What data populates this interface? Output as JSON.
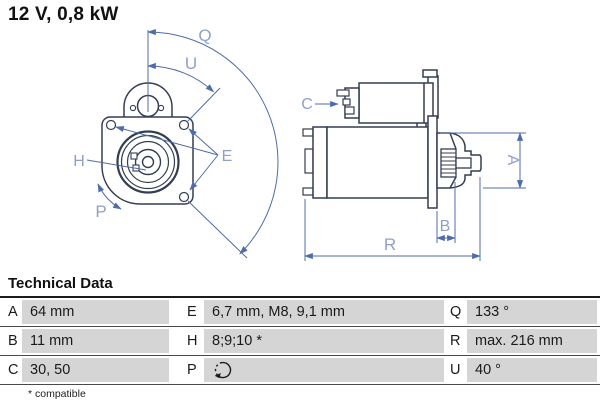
{
  "title": "12 V, 0,8 kW",
  "drawing": {
    "front_view": {
      "labels": {
        "q": "Q",
        "u": "U",
        "e": "E",
        "h": "H",
        "p": "P"
      }
    },
    "side_view": {
      "labels": {
        "c": "C",
        "a": "A",
        "b": "B",
        "r": "R"
      }
    },
    "rotation_icon": "clockwise-rotation"
  },
  "technical_data": {
    "heading": "Technical Data",
    "footnote": "* compatible",
    "rows": [
      {
        "k1": "A",
        "v1": "64 mm",
        "k2": "E",
        "v2": "6,7 mm, M8, 9,1 mm",
        "k3": "Q",
        "v3": "133 °"
      },
      {
        "k1": "B",
        "v1": "11 mm",
        "k2": "H",
        "v2": "8;9;10 *",
        "k3": "R",
        "v3": "max. 216 mm"
      },
      {
        "k1": "C",
        "v1": "30, 50",
        "k2": "P",
        "v2": "",
        "k3": "U",
        "v3": "40 °"
      }
    ]
  },
  "colors": {
    "part_line": "#333e52",
    "dimension_line": "#4e6ca8",
    "dimension_label": "#8fa0c8",
    "cell_gray": "#d5d5d5"
  }
}
